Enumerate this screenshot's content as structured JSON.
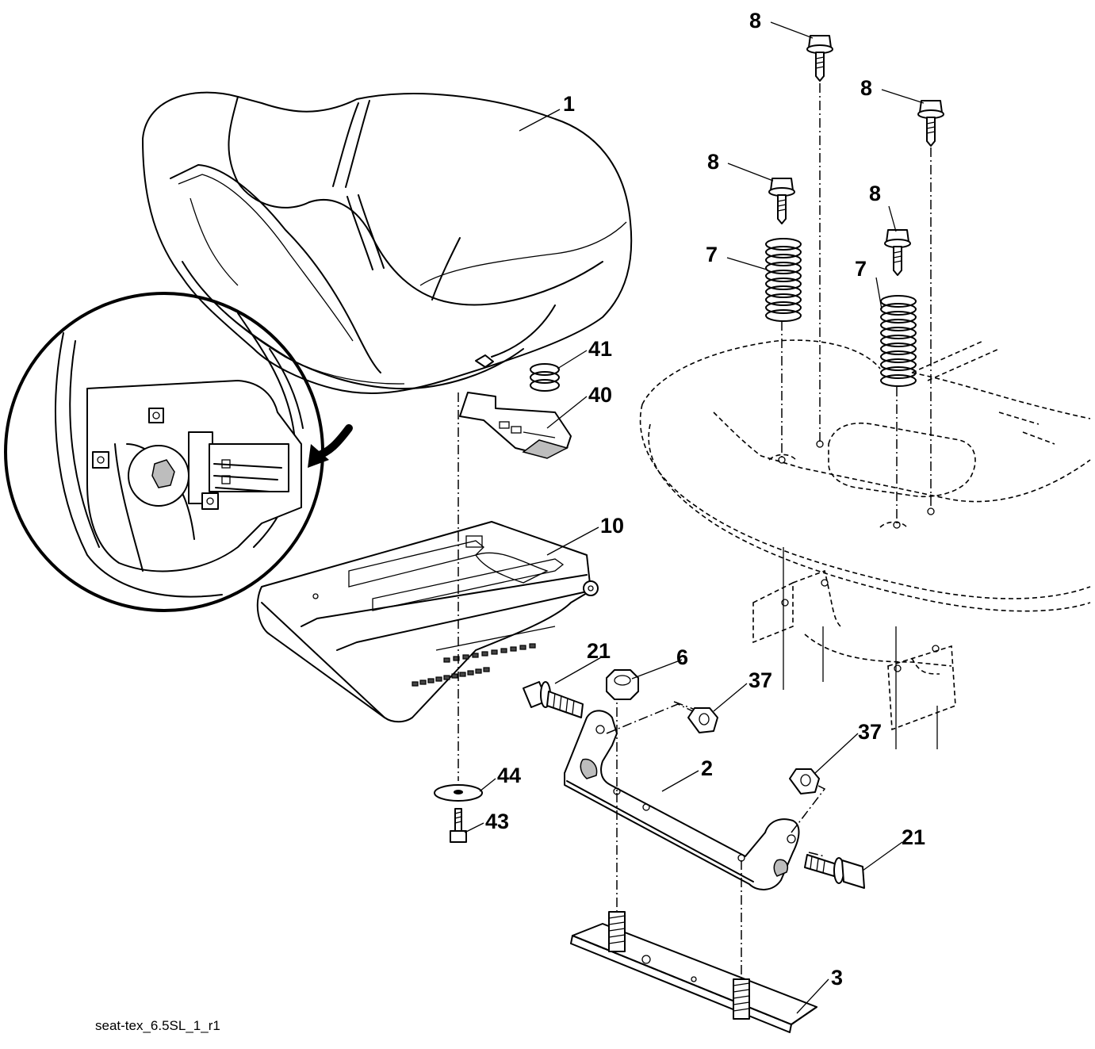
{
  "diagram": {
    "caption": "seat-tex_6.5SL_1_r1",
    "callouts": [
      {
        "id": "1",
        "text": "1"
      },
      {
        "id": "8a",
        "text": "8"
      },
      {
        "id": "8b",
        "text": "8"
      },
      {
        "id": "8c",
        "text": "8"
      },
      {
        "id": "8d",
        "text": "8"
      },
      {
        "id": "7a",
        "text": "7"
      },
      {
        "id": "7b",
        "text": "7"
      },
      {
        "id": "41",
        "text": "41"
      },
      {
        "id": "40",
        "text": "40"
      },
      {
        "id": "10",
        "text": "10"
      },
      {
        "id": "21a",
        "text": "21"
      },
      {
        "id": "6",
        "text": "6"
      },
      {
        "id": "37a",
        "text": "37"
      },
      {
        "id": "37b",
        "text": "37"
      },
      {
        "id": "2",
        "text": "2"
      },
      {
        "id": "44",
        "text": "44"
      },
      {
        "id": "43",
        "text": "43"
      },
      {
        "id": "21b",
        "text": "21"
      },
      {
        "id": "3",
        "text": "3"
      }
    ]
  }
}
